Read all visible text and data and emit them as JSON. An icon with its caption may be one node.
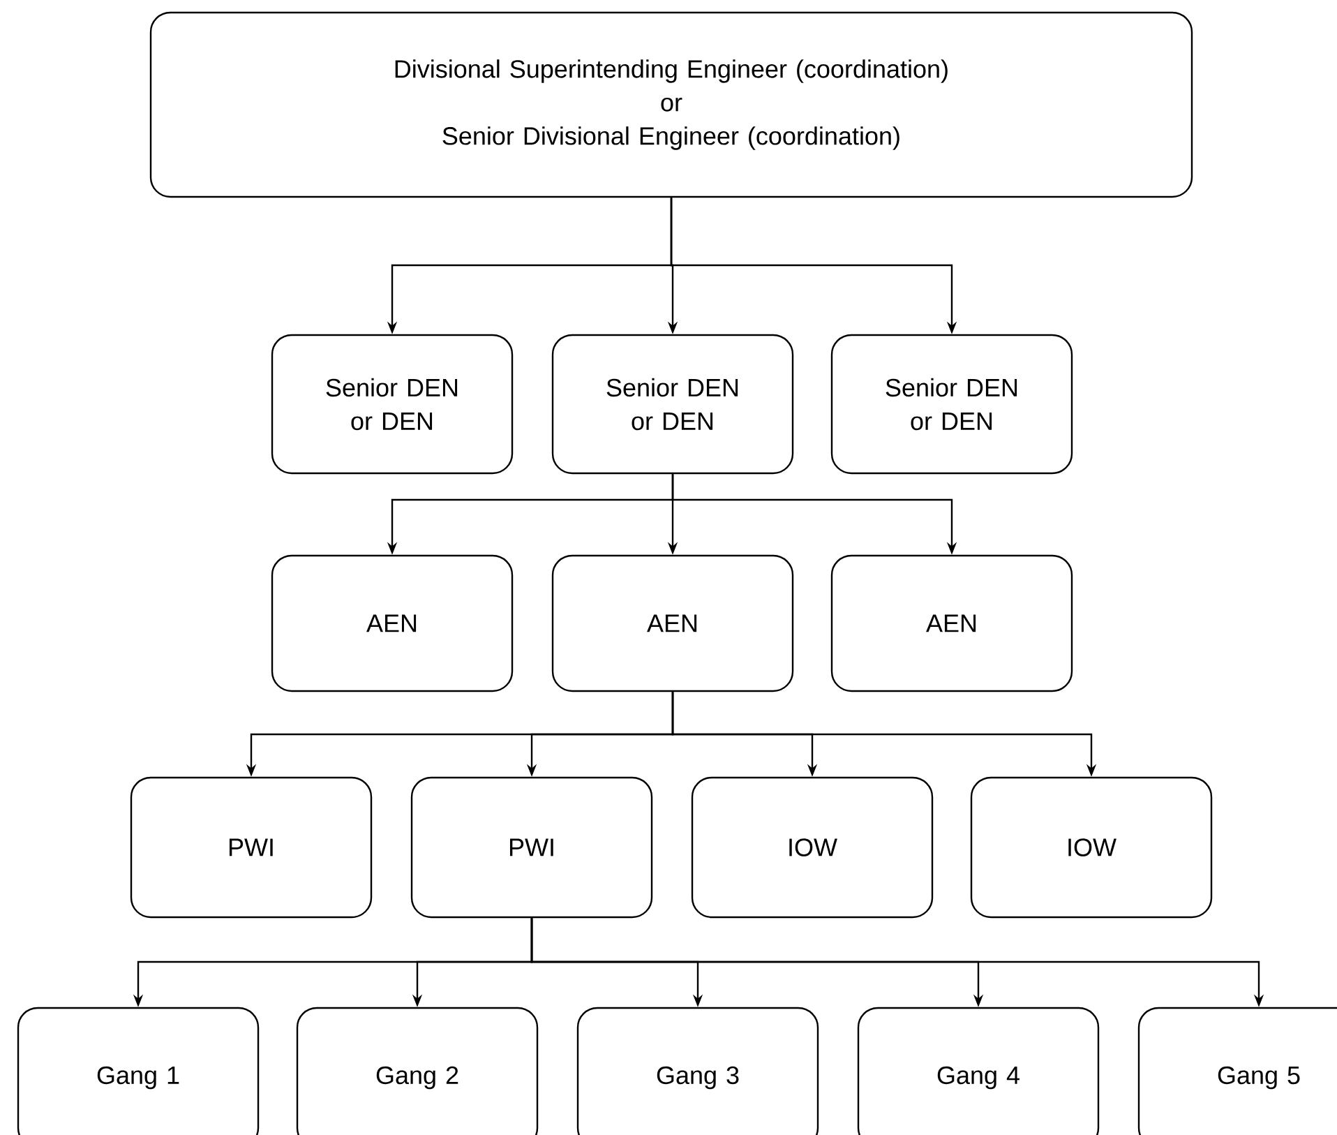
{
  "diagram": {
    "nodes": [
      {
        "text": [
          "Divisional Superintending Engineer (coordination)",
          "or",
          "Senior Divisional Engineer (coordination)"
        ]
      },
      {
        "text": [
          "Senior DEN or DEN"
        ]
      },
      {
        "text": [
          "Senior DEN or DEN"
        ]
      },
      {
        "text": [
          "Senior DEN or DEN"
        ]
      },
      {
        "text": [
          "AEN"
        ]
      },
      {
        "text": [
          "AEN"
        ]
      },
      {
        "text": [
          "AEN"
        ]
      },
      {
        "text": [
          "PWI"
        ]
      },
      {
        "text": [
          "PWI"
        ]
      },
      {
        "text": [
          "IOW"
        ]
      },
      {
        "text": [
          "IOW"
        ]
      },
      {
        "text": [
          "Gang 1"
        ]
      },
      {
        "text": [
          "Gang 2"
        ]
      },
      {
        "text": [
          "Gang 3"
        ]
      },
      {
        "text": [
          "Gang 4"
        ]
      },
      {
        "text": [
          "Gang 5"
        ]
      }
    ],
    "edges": [
      {
        "from": 0,
        "to": 1,
        "arrow": "to"
      },
      {
        "from": 0,
        "to": 2,
        "arrow": "to"
      },
      {
        "from": 0,
        "to": 3,
        "arrow": "to"
      },
      {
        "from": 2,
        "to": 4,
        "arrow": "to"
      },
      {
        "from": 2,
        "to": 5,
        "arrow": "to"
      },
      {
        "from": 2,
        "to": 6,
        "arrow": "to"
      },
      {
        "from": 5,
        "to": 7,
        "arrow": "to"
      },
      {
        "from": 5,
        "to": 8,
        "arrow": "to"
      },
      {
        "from": 5,
        "to": 9,
        "arrow": "to"
      },
      {
        "from": 5,
        "to": 10,
        "arrow": "to"
      },
      {
        "from": 8,
        "to": 11,
        "arrow": "to"
      },
      {
        "from": 8,
        "to": 12,
        "arrow": "to"
      },
      {
        "from": 8,
        "to": 13,
        "arrow": "to"
      },
      {
        "from": 8,
        "to": 14,
        "arrow": "to"
      },
      {
        "from": 8,
        "to": 15,
        "arrow": "to"
      }
    ]
  }
}
